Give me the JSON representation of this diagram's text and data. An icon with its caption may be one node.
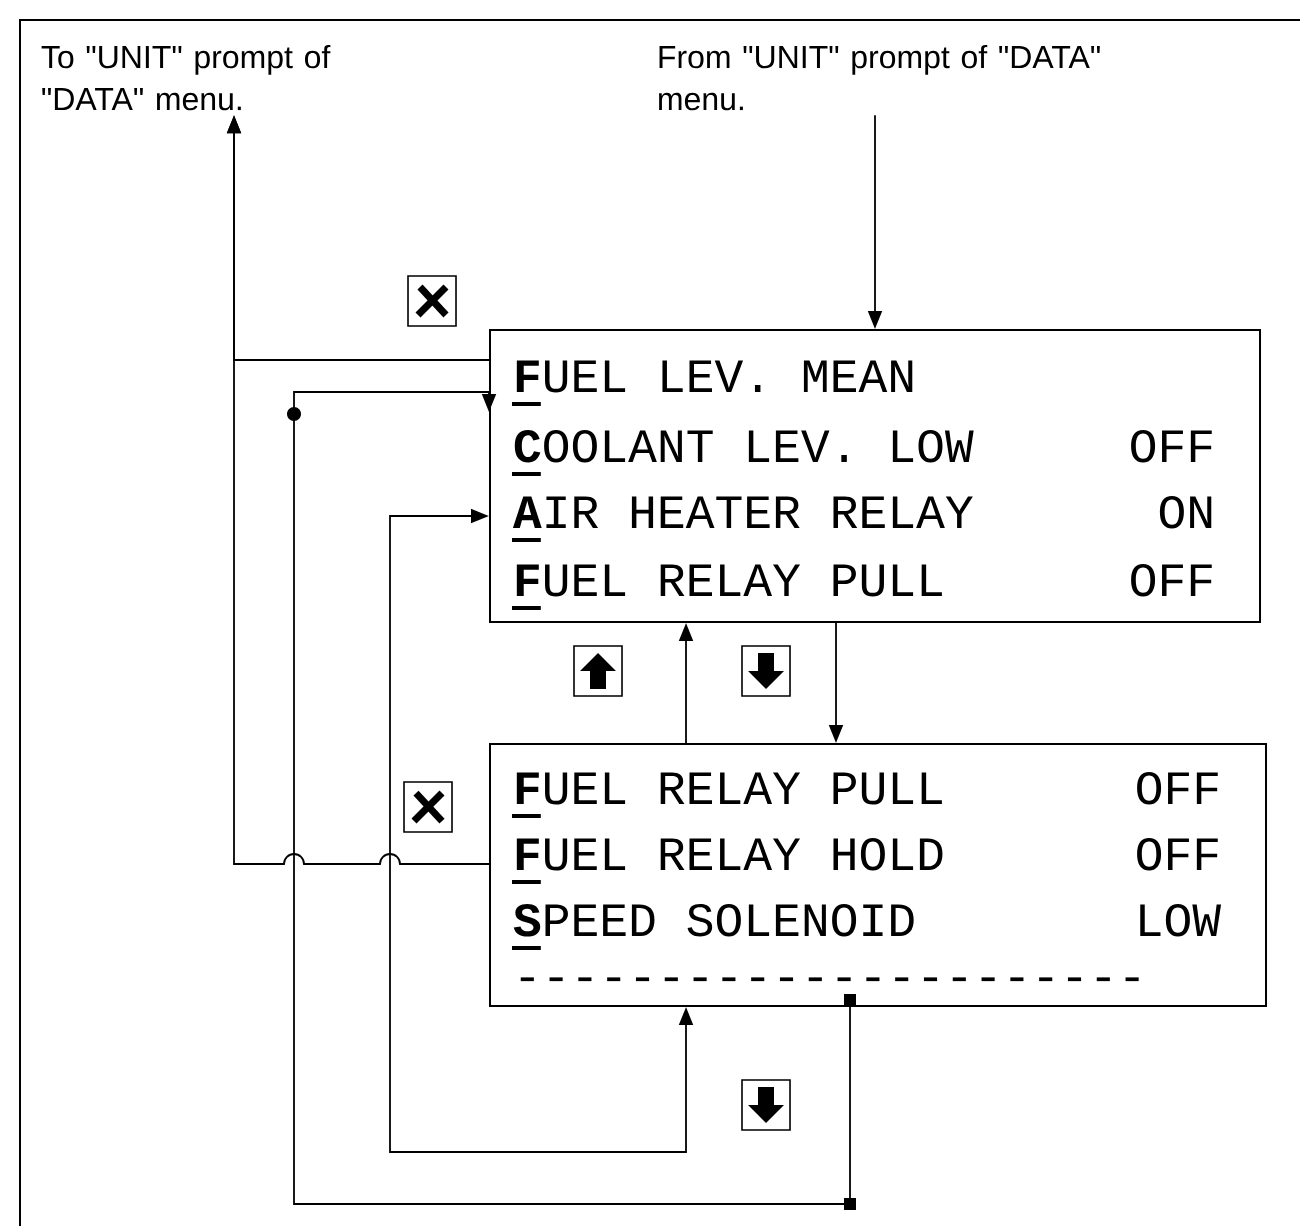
{
  "diagram": {
    "nodes": [
      {
        "text": [
          "To \"UNIT\" prompt of \"DATA\" menu."
        ]
      },
      {
        "text": [
          "From \"UNIT\" prompt of \"DATA\" menu."
        ]
      },
      {
        "text": [
          "**F**UEL LEV. MEAN",
          "**C**OOLANT LEV. LOW",
          "OFF",
          "**A**IR HEATER RELAY",
          "ON",
          "**F**UEL RELAY PULL",
          "OFF"
        ]
      },
      {
        "text": [
          "**F**UEL RELAY PULL",
          "OFF",
          "**F**UEL RELAY HOLD",
          "OFF",
          "**S**PEED SOLENOID",
          "LOW",
          "----------------------"
        ]
      }
    ],
    "edges": [
      {
        "from": 1,
        "to": 2,
        "arrow": "to"
      },
      {
        "from": 2,
        "to": 0,
        "arrow": "to"
      },
      {
        "from": 3,
        "to": 0,
        "arrow": "to"
      },
      {
        "from": 2,
        "to": 3,
        "arrow": "to"
      },
      {
        "from": 3,
        "to": 2,
        "arrow": "to"
      },
      {
        "from": 3,
        "to": 2,
        "arrow": "both"
      },
      {
        "from": 3,
        "to": 2,
        "arrow": "to"
      }
    ]
  }
}
